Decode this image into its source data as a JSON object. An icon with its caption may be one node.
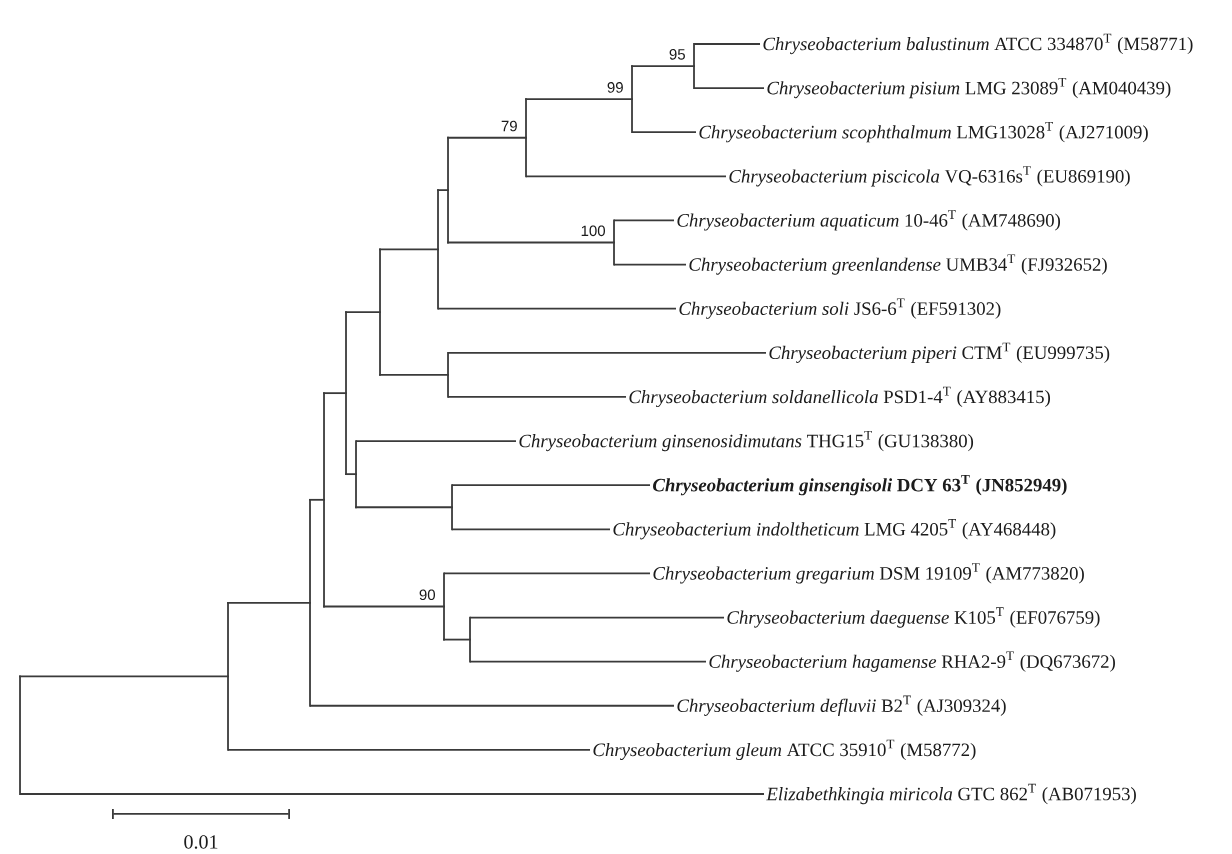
{
  "diagram": {
    "nodes": [
      {
        "text": [
          "*Chryseobacterium balustinum* ATCC 334870$^{T}$ (M58771)"
        ]
      },
      {
        "text": [
          "*Chryseobacterium pisium* LMG 23089$^{T}$ (AM040439)"
        ]
      },
      {
        "text": [
          "*Chryseobacterium scophthalmum* LMG13028$^{T}$ (AJ271009)"
        ]
      },
      {
        "text": [
          "*Chryseobacterium piscicola* VQ-6316s$^{T}$ (EU869190)"
        ]
      },
      {
        "text": [
          "*Chryseobacterium aquaticum* 10-46$^{T}$ (AM748690)"
        ]
      },
      {
        "text": [
          "*Chryseobacterium greenlandense* UMB34$^{T}$ (FJ932652)"
        ]
      },
      {
        "text": [
          "*Chryseobacterium soli* JS6-6$^{T}$ (EF591302)"
        ]
      },
      {
        "text": [
          "*Chryseobacterium piperi* CTM$^{T}$ (EU999735)"
        ]
      },
      {
        "text": [
          "*Chryseobacterium soldanellicola* PSD1-4$^{T}$ (AY883415)"
        ]
      },
      {
        "text": [
          "*Chryseobacterium ginsenosidimutans* THG15$^{T}$ (GU138380)"
        ]
      },
      {
        "text": [
          "*Chryseobacterium ginsengisoli* DCY 63$^{T}$ (JN852949)"
        ]
      },
      {
        "text": [
          "*Chryseobacterium indoltheticum* LMG 4205$^{T}$ (AY468448)"
        ]
      },
      {
        "text": [
          "*Chryseobacterium gregarium* DSM 19109$^{T}$ (AM773820)"
        ]
      },
      {
        "text": [
          "*Chryseobacterium daeguense* K105$^{T}$ (EF076759)"
        ]
      },
      {
        "text": [
          "*Chryseobacterium hagamense* RHA2-9$^{T}$ (DQ673672)"
        ]
      },
      {
        "text": [
          "*Chryseobacterium defluvii* B2$^{T}$ (AJ309324)"
        ]
      },
      {
        "text": [
          "*Chryseobacterium gleum* ATCC 35910$^{T}$ (M58772)"
        ]
      },
      {
        "text": [
          "*Elizabethkingia miricola* GTC 862$^{T}$ (AB071953)"
        ]
      }
    ],
    "edges": [
      {
        "from": null,
        "to": 0,
        "arrow": "none"
      },
      {
        "from": null,
        "to": 1,
        "arrow": "none"
      },
      {
        "from": null,
        "to": 2,
        "arrow": "none"
      },
      {
        "from": null,
        "to": 3,
        "arrow": "none"
      },
      {
        "from": null,
        "to": 4,
        "arrow": "none"
      },
      {
        "from": null,
        "to": 5,
        "arrow": "none"
      },
      {
        "from": null,
        "to": 6,
        "arrow": "none"
      },
      {
        "from": null,
        "to": 7,
        "arrow": "none"
      },
      {
        "from": null,
        "to": 8,
        "arrow": "none"
      },
      {
        "from": null,
        "to": 9,
        "arrow": "none"
      },
      {
        "from": null,
        "to": 10,
        "arrow": "none"
      },
      {
        "from": null,
        "to": 11,
        "arrow": "none"
      },
      {
        "from": null,
        "to": 12,
        "arrow": "none"
      },
      {
        "from": null,
        "to": 13,
        "arrow": "none"
      },
      {
        "from": null,
        "to": 14,
        "arrow": "none"
      },
      {
        "from": null,
        "to": 15,
        "arrow": "none"
      },
      {
        "from": null,
        "to": 16,
        "arrow": "none"
      },
      {
        "from": null,
        "to": 17,
        "arrow": "none"
      }
    ],
    "labels": [
      "95",
      "99",
      "79",
      "100",
      "90",
      "0.01"
    ]
  }
}
